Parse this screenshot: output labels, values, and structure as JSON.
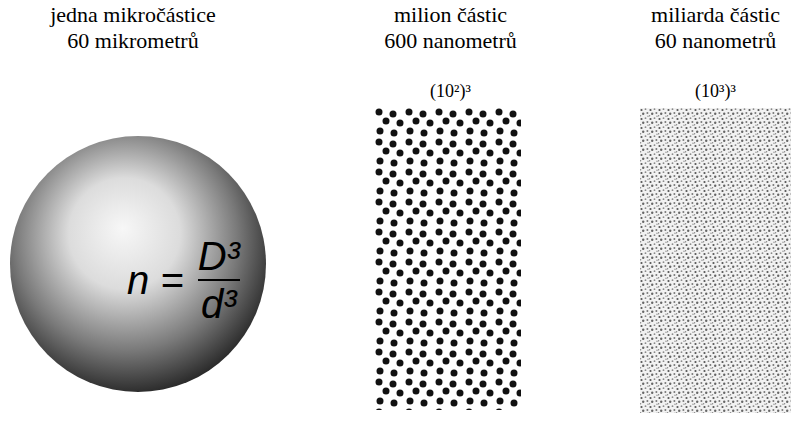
{
  "diagram": {
    "nodes": [
      {
        "text": [
          "jedna mikročástice 60 mikrometrů",
          "n =",
          "D³",
          "d³"
        ]
      },
      {
        "text": [
          "milion částic 600 nanometrů",
          "(10²)³"
        ]
      },
      {
        "text": [
          "miliarda částic 60 nanometrů",
          "(10³)³"
        ]
      }
    ]
  }
}
